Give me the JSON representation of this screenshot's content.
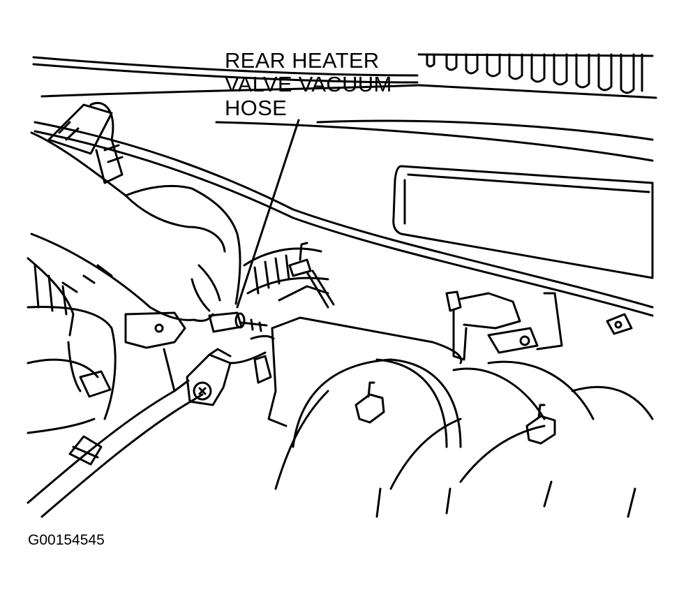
{
  "callout": {
    "line1": "REAR HEATER",
    "line2": "VALVE VACUUM",
    "line3": "HOSE"
  },
  "figure_id": "G00154545"
}
